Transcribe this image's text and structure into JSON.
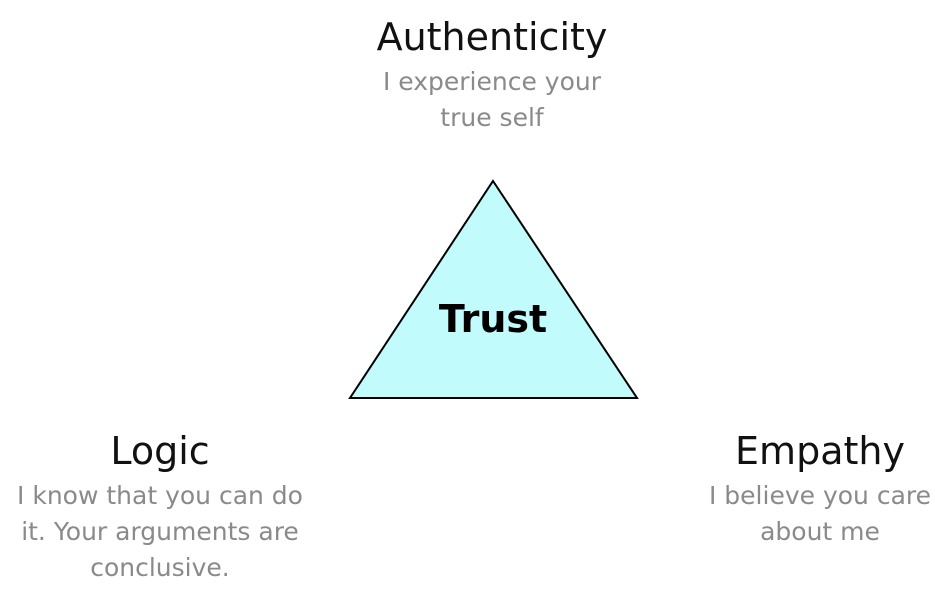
{
  "diagram": {
    "center": {
      "label": "Trust",
      "fill": "#c2fbfb",
      "stroke": "#000000"
    },
    "nodes": {
      "authenticity": {
        "title": "Authenticity",
        "description": "I experience your true self"
      },
      "logic": {
        "title": "Logic",
        "description": "I know that you can do it. Your arguments are conclusive."
      },
      "empathy": {
        "title": "Empathy",
        "description": "I believe you care about me"
      }
    }
  }
}
